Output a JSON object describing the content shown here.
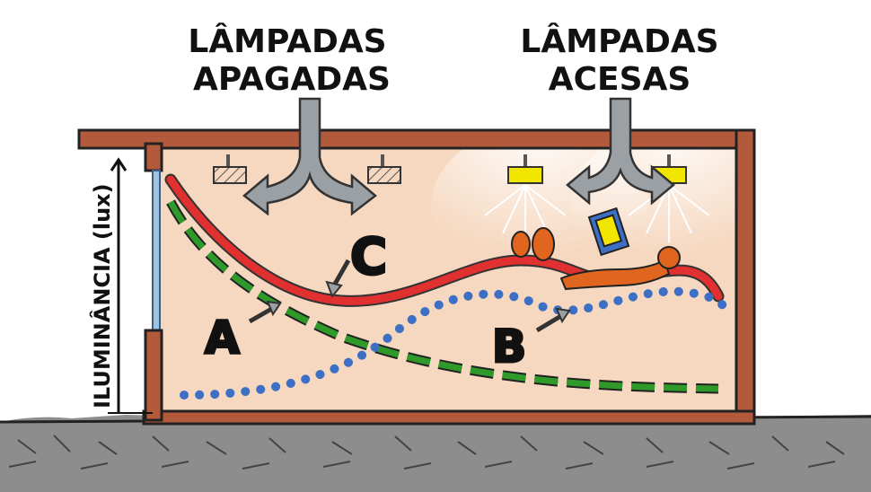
{
  "labels": {
    "lamps_off_line1": "LÂMPADAS",
    "lamps_off_line2": "APAGADAS",
    "lamps_on_line1": "LÂMPADAS",
    "lamps_on_line2": "ACESAS",
    "y_axis": "ILUMINÂNCIA (lux)",
    "curve_a": "A",
    "curve_b": "B",
    "curve_c": "C"
  },
  "colors": {
    "wall": "#b45a3c",
    "interior": "#f6d8c0",
    "ground": "#8a8a8a",
    "curve_a": "#2f9a2a",
    "curve_b": "#3d6fc4",
    "curve_c": "#e03030",
    "arrow": "#9aa0a4",
    "lamp_on": "#f2e600",
    "lamp_off": "#8a8ab0"
  },
  "icons": [
    "lamp-off-icon",
    "lamp-on-icon",
    "reading-person-icon",
    "airflow-arrow-icon"
  ]
}
